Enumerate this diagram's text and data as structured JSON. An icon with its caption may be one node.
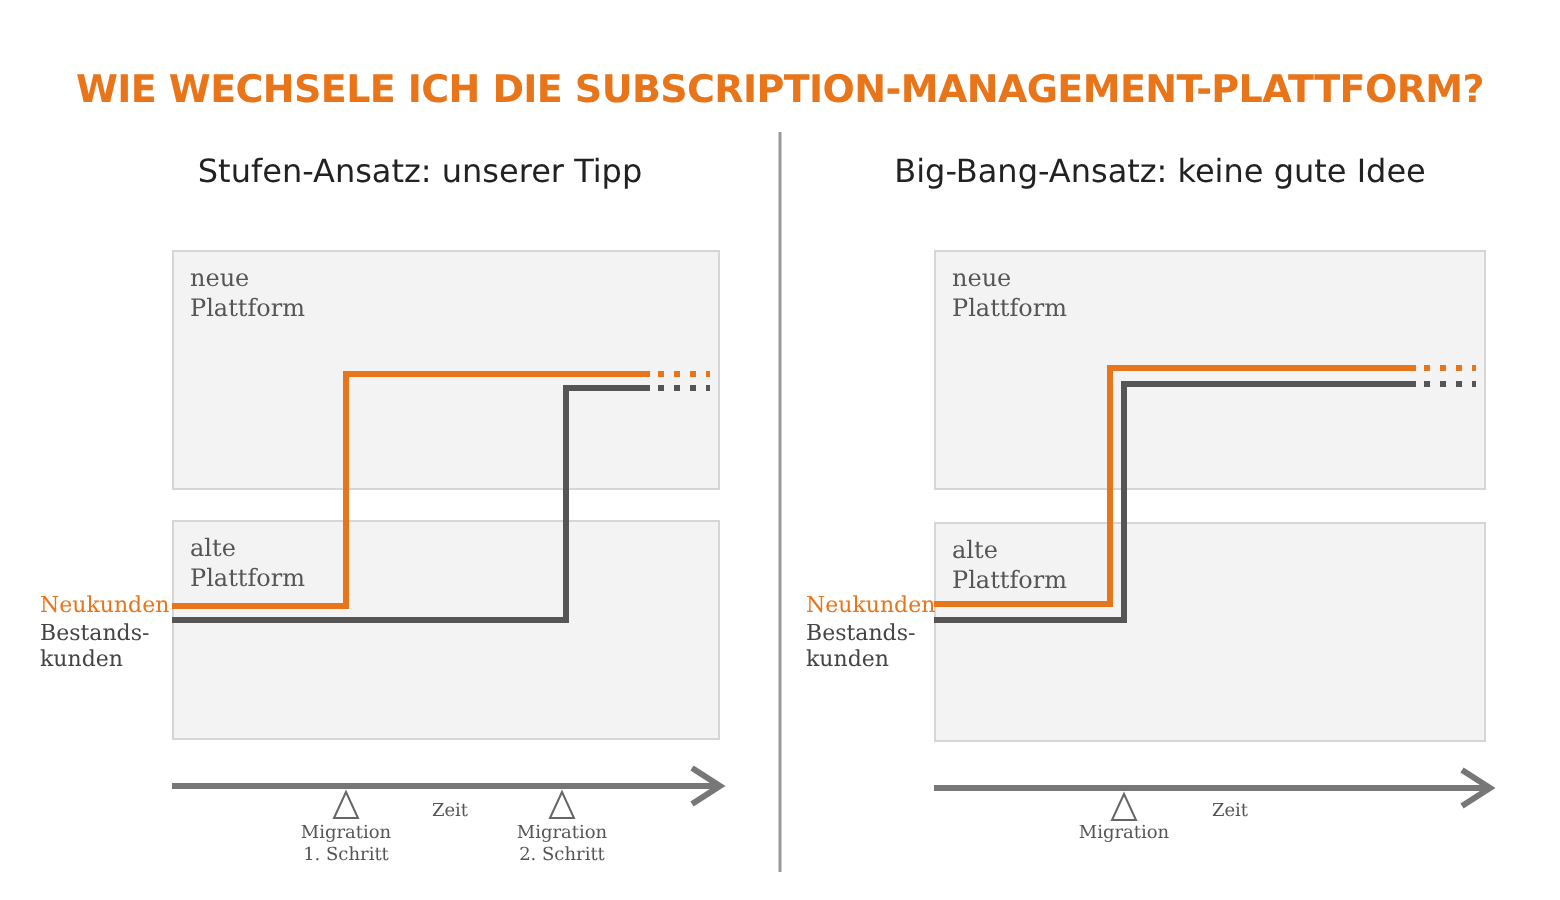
{
  "diagram": {
    "title": "WIE WECHSELE ICH DIE SUBSCRIPTION-MANAGEMENT-PLATTFORM?",
    "nodes": [
      {
        "text": [
          "neue Plattform"
        ]
      },
      {
        "text": [
          "alte Plattform"
        ]
      },
      {
        "text": [
          "neue Plattform"
        ]
      },
      {
        "text": [
          "alte Plattform"
        ]
      }
    ],
    "edges": [
      {
        "from": 1,
        "to": 0,
        "arrow": "none",
        "color": "#e8751a"
      },
      {
        "from": 1,
        "to": 0,
        "arrow": "none",
        "color": "#555555"
      },
      {
        "from": 3,
        "to": 2,
        "arrow": "none",
        "color": "#e8751a"
      },
      {
        "from": 3,
        "to": 2,
        "arrow": "none",
        "color": "#555555"
      }
    ],
    "labels": [
      "Stufen-Ansatz: unserer Tipp",
      "Big-Bang-Ansatz: keine gute Idee",
      "Neukunden",
      "Bestands- kunden",
      "Zeit",
      "Migration 1. Schritt",
      "Migration 2. Schritt",
      "Neukunden",
      "Bestands- kunden",
      "Zeit",
      "Migration"
    ]
  }
}
